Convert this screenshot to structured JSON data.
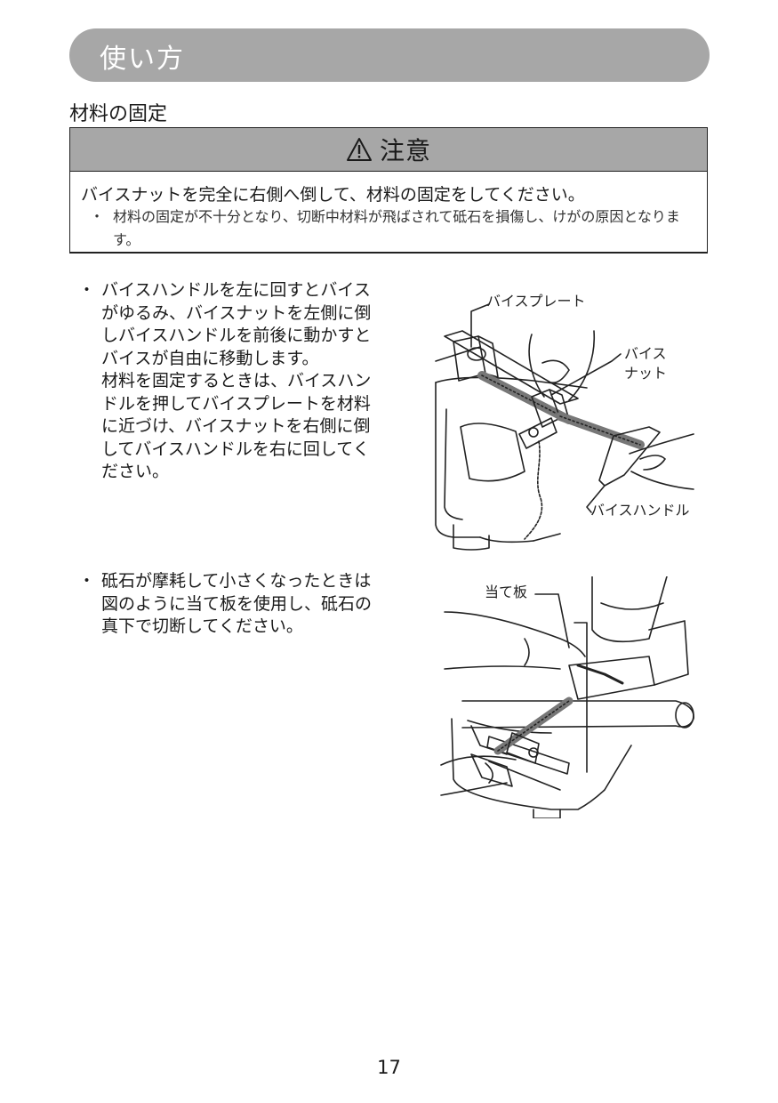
{
  "header": {
    "title": "使い方"
  },
  "section": {
    "title": "材料の固定"
  },
  "caution": {
    "heading": "注意",
    "main": "バイスナットを完全に右側へ倒して、材料の固定をしてください。",
    "bullet": "・",
    "note": "材料の固定が不十分となり、切断中材料が飛ばされて砥石を損傷し、けがの原因となります。"
  },
  "instructions": [
    {
      "bullet": "・",
      "text": "バイスハンドルを左に回すとバイス\nがゆるみ、バイスナットを左側に倒\nしバイスハンドルを前後に動かすと\nバイスが自由に移動します。\n材料を固定するときは、バイスハン\nドルを押してバイスプレートを材料\nに近づけ、バイスナットを右側に倒\nしてバイスハンドルを右に回してく\nださい。"
    },
    {
      "bullet": "・",
      "text": "砥石が摩耗して小さくなったときは\n図のように当て板を使用し、砥石の\n真下で切断してください。"
    }
  ],
  "figure1": {
    "labels": {
      "vise_plate": "バイスプレート",
      "vise_nut": "バイス\nナット",
      "vise_handle": "バイスハンドル"
    },
    "icon": "vise-illustration"
  },
  "figure2": {
    "labels": {
      "backing_plate": "当て板"
    },
    "icon": "cutting-illustration"
  },
  "page": {
    "number": "17"
  }
}
